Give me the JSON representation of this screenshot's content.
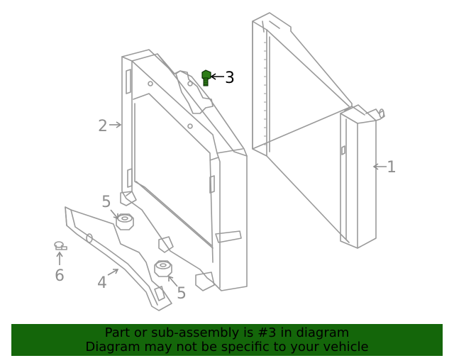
{
  "callouts": {
    "c1": "1",
    "c2": "2",
    "c3": "3",
    "c4": "4",
    "c5a": "5",
    "c5b": "5",
    "c6": "6"
  },
  "highlight_part": "3",
  "colors": {
    "line": "#9a9a9a",
    "highlight_part_fill": "#2e7d18",
    "banner_bg": "#14660a",
    "banner_text": "#000000"
  },
  "banner": {
    "line1": "Part or sub-assembly is #3 in diagram",
    "line2": "Diagram may not be specific to your vehicle"
  }
}
